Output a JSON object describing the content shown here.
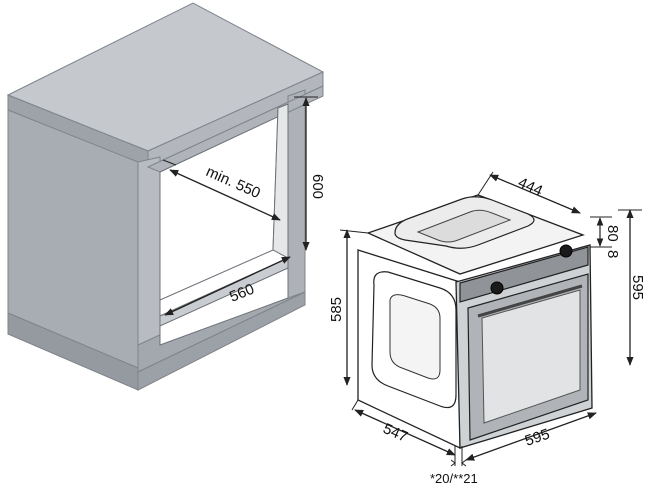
{
  "cabinet": {
    "dimensions": {
      "min_depth": "min. 550",
      "opening_height": "600",
      "opening_width": "560"
    }
  },
  "oven": {
    "dimensions": {
      "top_depth": "444",
      "panel_height": "80",
      "panel_gap": "8",
      "side_height": "585",
      "front_height": "595",
      "side_depth": "547",
      "front_width": "595",
      "footnote": "*20/**21"
    }
  },
  "colors": {
    "cabinet_top": "#c5c8cd",
    "cabinet_front": "#a8adb4",
    "cabinet_side": "#959aa1",
    "cabinet_edge": "#7f848b",
    "oven_door": "#b0b4b8",
    "oven_glass": "#e2e3e4",
    "oven_panel": "#909498",
    "line": "#222222"
  }
}
